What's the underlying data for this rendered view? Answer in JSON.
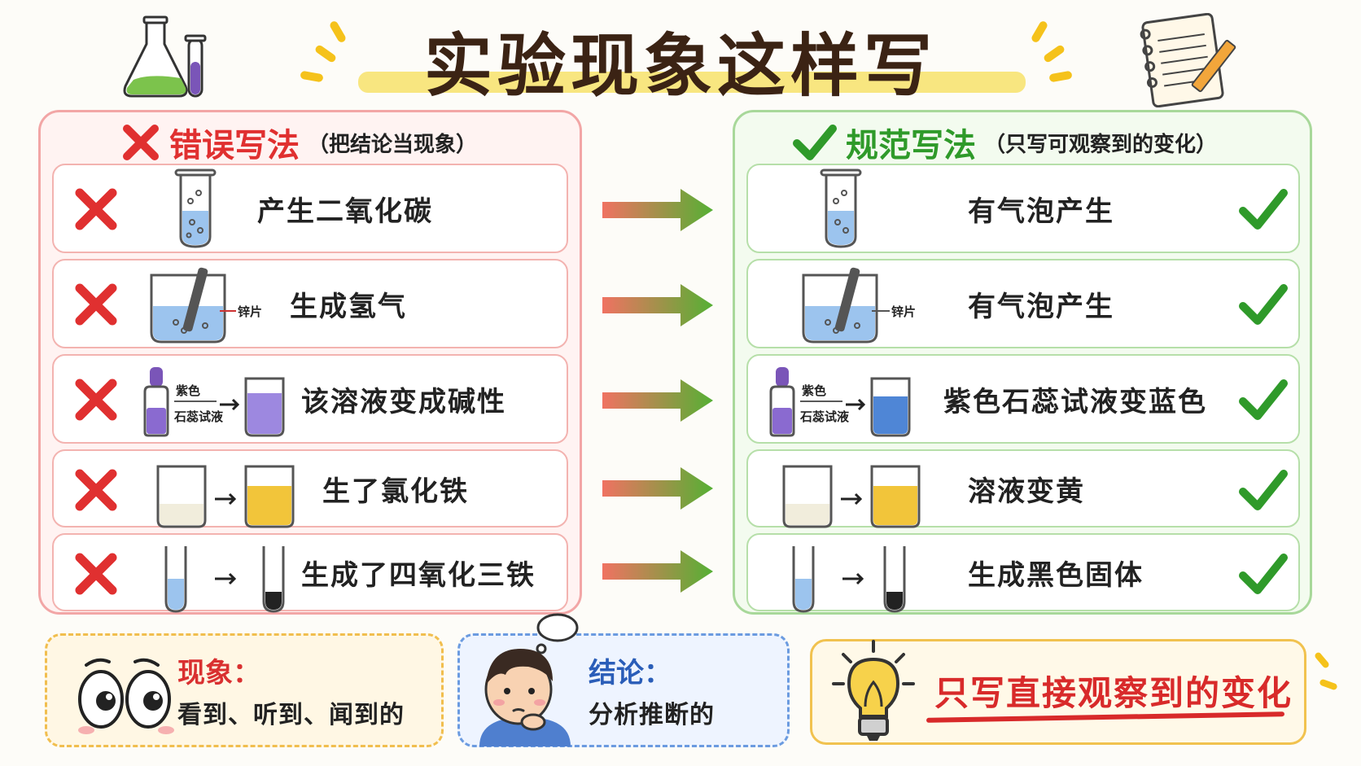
{
  "title": "实验现象这样写",
  "wrong": {
    "heading": "错误写法",
    "subheading": "（把结论当现象）",
    "rows": [
      {
        "text": "产生二氧化碳"
      },
      {
        "text": "生成氢气",
        "label": "锌片"
      },
      {
        "text": "该溶液变成碱性",
        "label_top": "紫色",
        "label_bottom": "石蕊试液"
      },
      {
        "text": "生了氯化铁"
      },
      {
        "text": "生成了四氧化三铁"
      }
    ]
  },
  "right": {
    "heading": "规范写法",
    "subheading": "（只写可观察到的变化）",
    "rows": [
      {
        "text": "有气泡产生"
      },
      {
        "text": "有气泡产生",
        "label": "锌片"
      },
      {
        "text": "紫色石蕊试液变蓝色",
        "label_top": "紫色",
        "label_bottom": "石蕊试液"
      },
      {
        "text": "溶液变黄"
      },
      {
        "text": "生成黑色固体"
      }
    ]
  },
  "phenomenon": {
    "title": "现象：",
    "text": "看到、听到、闻到的"
  },
  "conclusion": {
    "title": "结论：",
    "text": "分析推断的"
  },
  "tip": {
    "text": "只写直接观察到的变化"
  },
  "colors": {
    "wrong_red": "#e03030",
    "right_green": "#2f9a2a",
    "title_brown": "#3b2314",
    "highlight_yellow": "#f7e26b"
  },
  "icons": [
    "flask-icon",
    "test-tube-icon",
    "notebook-icon",
    "pencil-icon",
    "cross-icon",
    "check-icon",
    "eyes-icon",
    "boy-thinking-icon",
    "lightbulb-icon",
    "arrow-icon"
  ]
}
